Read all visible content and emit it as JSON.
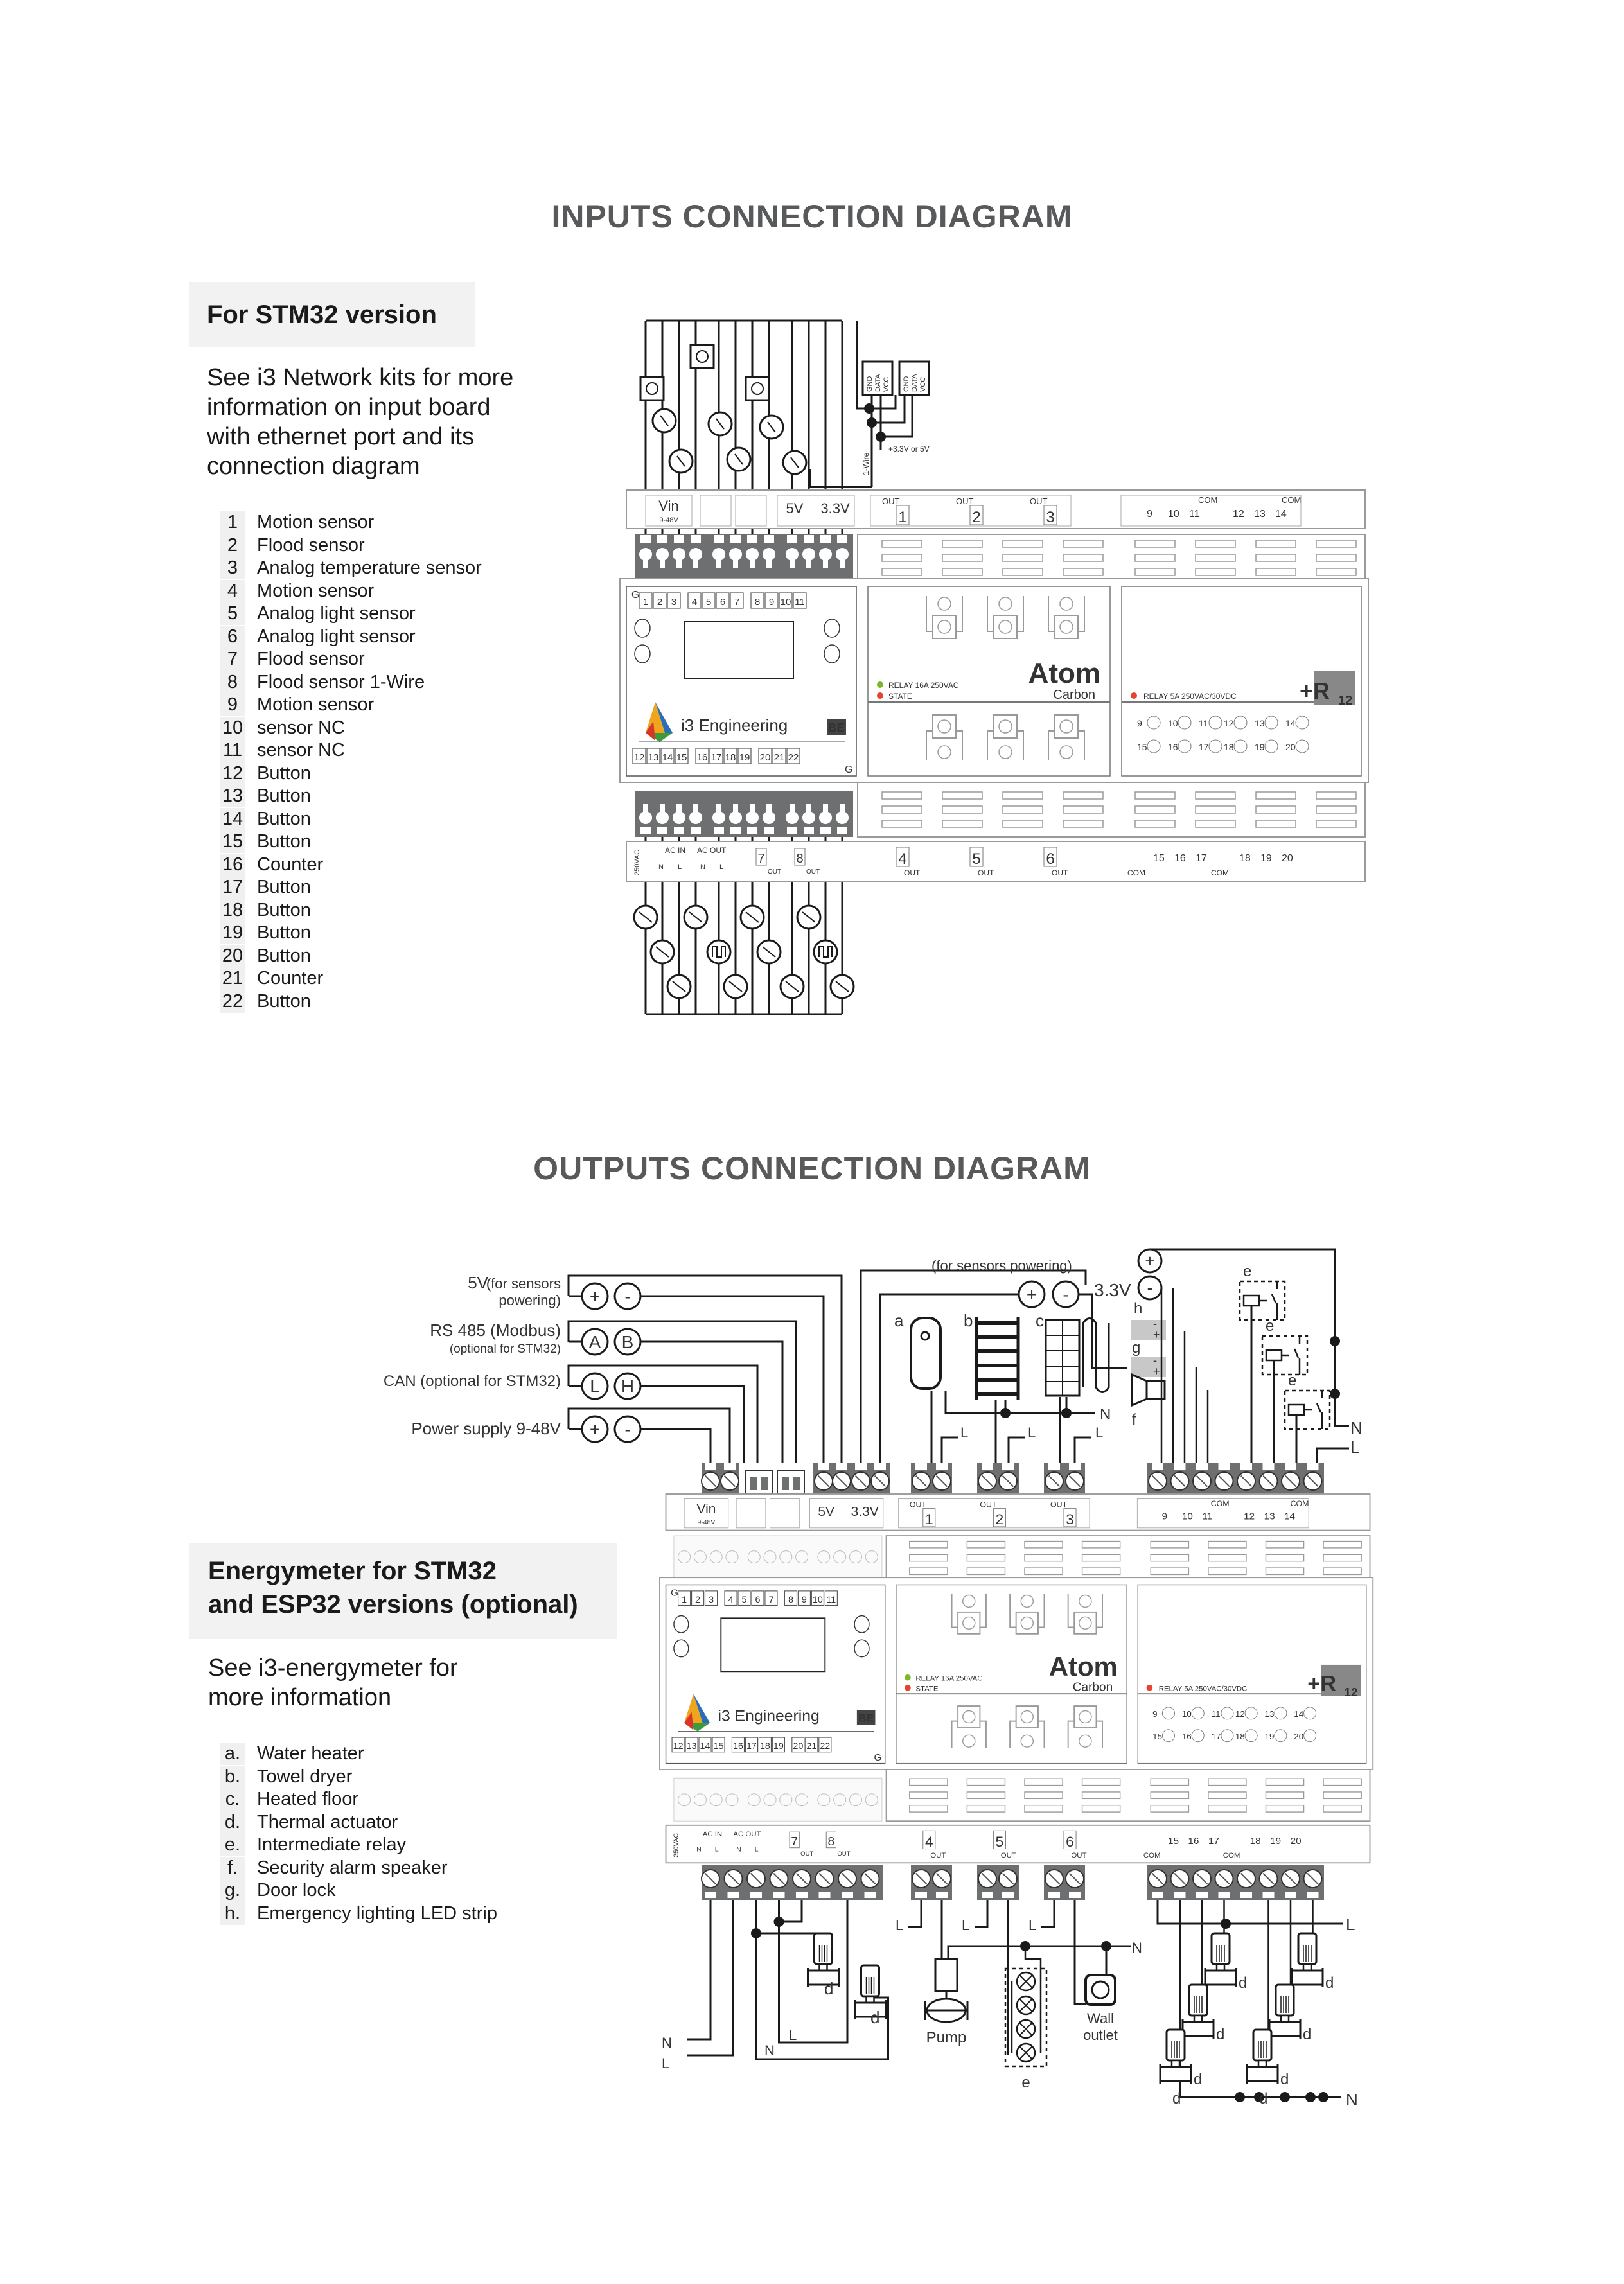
{
  "inputs": {
    "title": "INPUTS CONNECTION DIAGRAM",
    "box_title": "For STM32 version",
    "description": [
      "See i3 Network kits for more",
      "information on input board",
      "with ethernet port and its",
      "connection diagram"
    ],
    "items": [
      {
        "n": "1",
        "label": "Motion sensor"
      },
      {
        "n": "2",
        "label": "Flood sensor"
      },
      {
        "n": "3",
        "label": "Analog temperature sensor"
      },
      {
        "n": "4",
        "label": "Motion sensor"
      },
      {
        "n": "5",
        "label": "Analog light sensor"
      },
      {
        "n": "6",
        "label": "Analog light sensor"
      },
      {
        "n": "7",
        "label": "Flood sensor"
      },
      {
        "n": "8",
        "label": "Flood sensor 1-Wire"
      },
      {
        "n": "9",
        "label": "Motion sensor"
      },
      {
        "n": "10",
        "label": "sensor NC"
      },
      {
        "n": "11",
        "label": "sensor NC"
      },
      {
        "n": "12",
        "label": "Button"
      },
      {
        "n": "13",
        "label": "Button"
      },
      {
        "n": "14",
        "label": "Button"
      },
      {
        "n": "15",
        "label": "Button"
      },
      {
        "n": "16",
        "label": "Counter"
      },
      {
        "n": "17",
        "label": "Button"
      },
      {
        "n": "18",
        "label": "Button"
      },
      {
        "n": "19",
        "label": "Button"
      },
      {
        "n": "20",
        "label": "Button"
      },
      {
        "n": "21",
        "label": "Counter"
      },
      {
        "n": "22",
        "label": "Button"
      }
    ],
    "sensor_pins": [
      "GND",
      "DATA",
      "VCC"
    ],
    "power_note": "+3.3V or 5V",
    "one_wire": "1-Wire"
  },
  "outputs": {
    "title": "OUTPUTS CONNECTION DIAGRAM",
    "box_title": [
      "Energymeter for STM32",
      "and ESP32 versions (optional)"
    ],
    "description": [
      "See i3-energymeter for",
      "more information"
    ],
    "items": [
      {
        "n": "a.",
        "label": "Water heater"
      },
      {
        "n": "b.",
        "label": "Towel dryer"
      },
      {
        "n": "c.",
        "label": "Heated floor"
      },
      {
        "n": "d.",
        "label": "Thermal actuator"
      },
      {
        "n": "e.",
        "label": "Intermediate relay"
      },
      {
        "n": "f.",
        "label": "Security alarm speaker"
      },
      {
        "n": "g.",
        "label": "Door lock"
      },
      {
        "n": "h.",
        "label": "Emergency lighting LED strip"
      }
    ],
    "left_labels": {
      "v5": "5V",
      "v5_note1": "(for sensors",
      "v5_note2": "powering)",
      "rs485": "RS 485 (Modbus)",
      "rs485_note": "(optional for STM32)",
      "can": "CAN (optional for STM32)",
      "power": "Power supply 9-48V"
    },
    "signs": {
      "plus": "+",
      "minus": "-",
      "a": "A",
      "b": "B",
      "l": "L",
      "h": "H"
    },
    "sensors_powering": "(for sensors powering)",
    "v33": "3.3V",
    "letters": {
      "a": "a",
      "b": "b",
      "c": "c",
      "d": "d",
      "e": "e",
      "f": "f",
      "g": "g",
      "h": "h"
    },
    "line_n": "N",
    "line_l": "L",
    "pump": "Pump",
    "wall_outlet": [
      "Wall",
      "outlet"
    ]
  },
  "module": {
    "vin": "Vin",
    "vin_range": "9-48V",
    "v5": "5V",
    "v33": "3.3V",
    "out": "OUT",
    "com": "COM",
    "g": "G",
    "out_top": [
      "1",
      "2",
      "3"
    ],
    "out_bottom": [
      "4",
      "5",
      "6"
    ],
    "relay_top": [
      "9",
      "10",
      "11",
      "12",
      "13",
      "14"
    ],
    "relay_bottom": [
      "15",
      "16",
      "17",
      "18",
      "19",
      "20"
    ],
    "inputs_top": [
      "1",
      "2",
      "3",
      "4",
      "5",
      "6",
      "7",
      "8",
      "9",
      "10",
      "11"
    ],
    "inputs_bottom": [
      "12",
      "13",
      "14",
      "15",
      "16",
      "17",
      "18",
      "19",
      "20",
      "21",
      "22"
    ],
    "ac_in": "AC IN",
    "ac_out": "AC OUT",
    "vac": "250VAC",
    "n": "N",
    "l": "L",
    "out7": "7",
    "out8": "8",
    "brand": "i3 Engineering",
    "badge": "BE",
    "atom": "Atom",
    "carbon": "Carbon",
    "relay16": "RELAY  16A  250VAC",
    "state": "STATE",
    "relay5": "RELAY  5A  250VAC/30VDC",
    "r_plus": "+R",
    "r_sub": "12"
  },
  "colors": {
    "terminal": "#6d6f71",
    "heading": "#58595b",
    "led_green": "#7ab829",
    "led_red": "#e8432e",
    "line": "#1a1a1a",
    "panel": "#9a9a9a"
  }
}
